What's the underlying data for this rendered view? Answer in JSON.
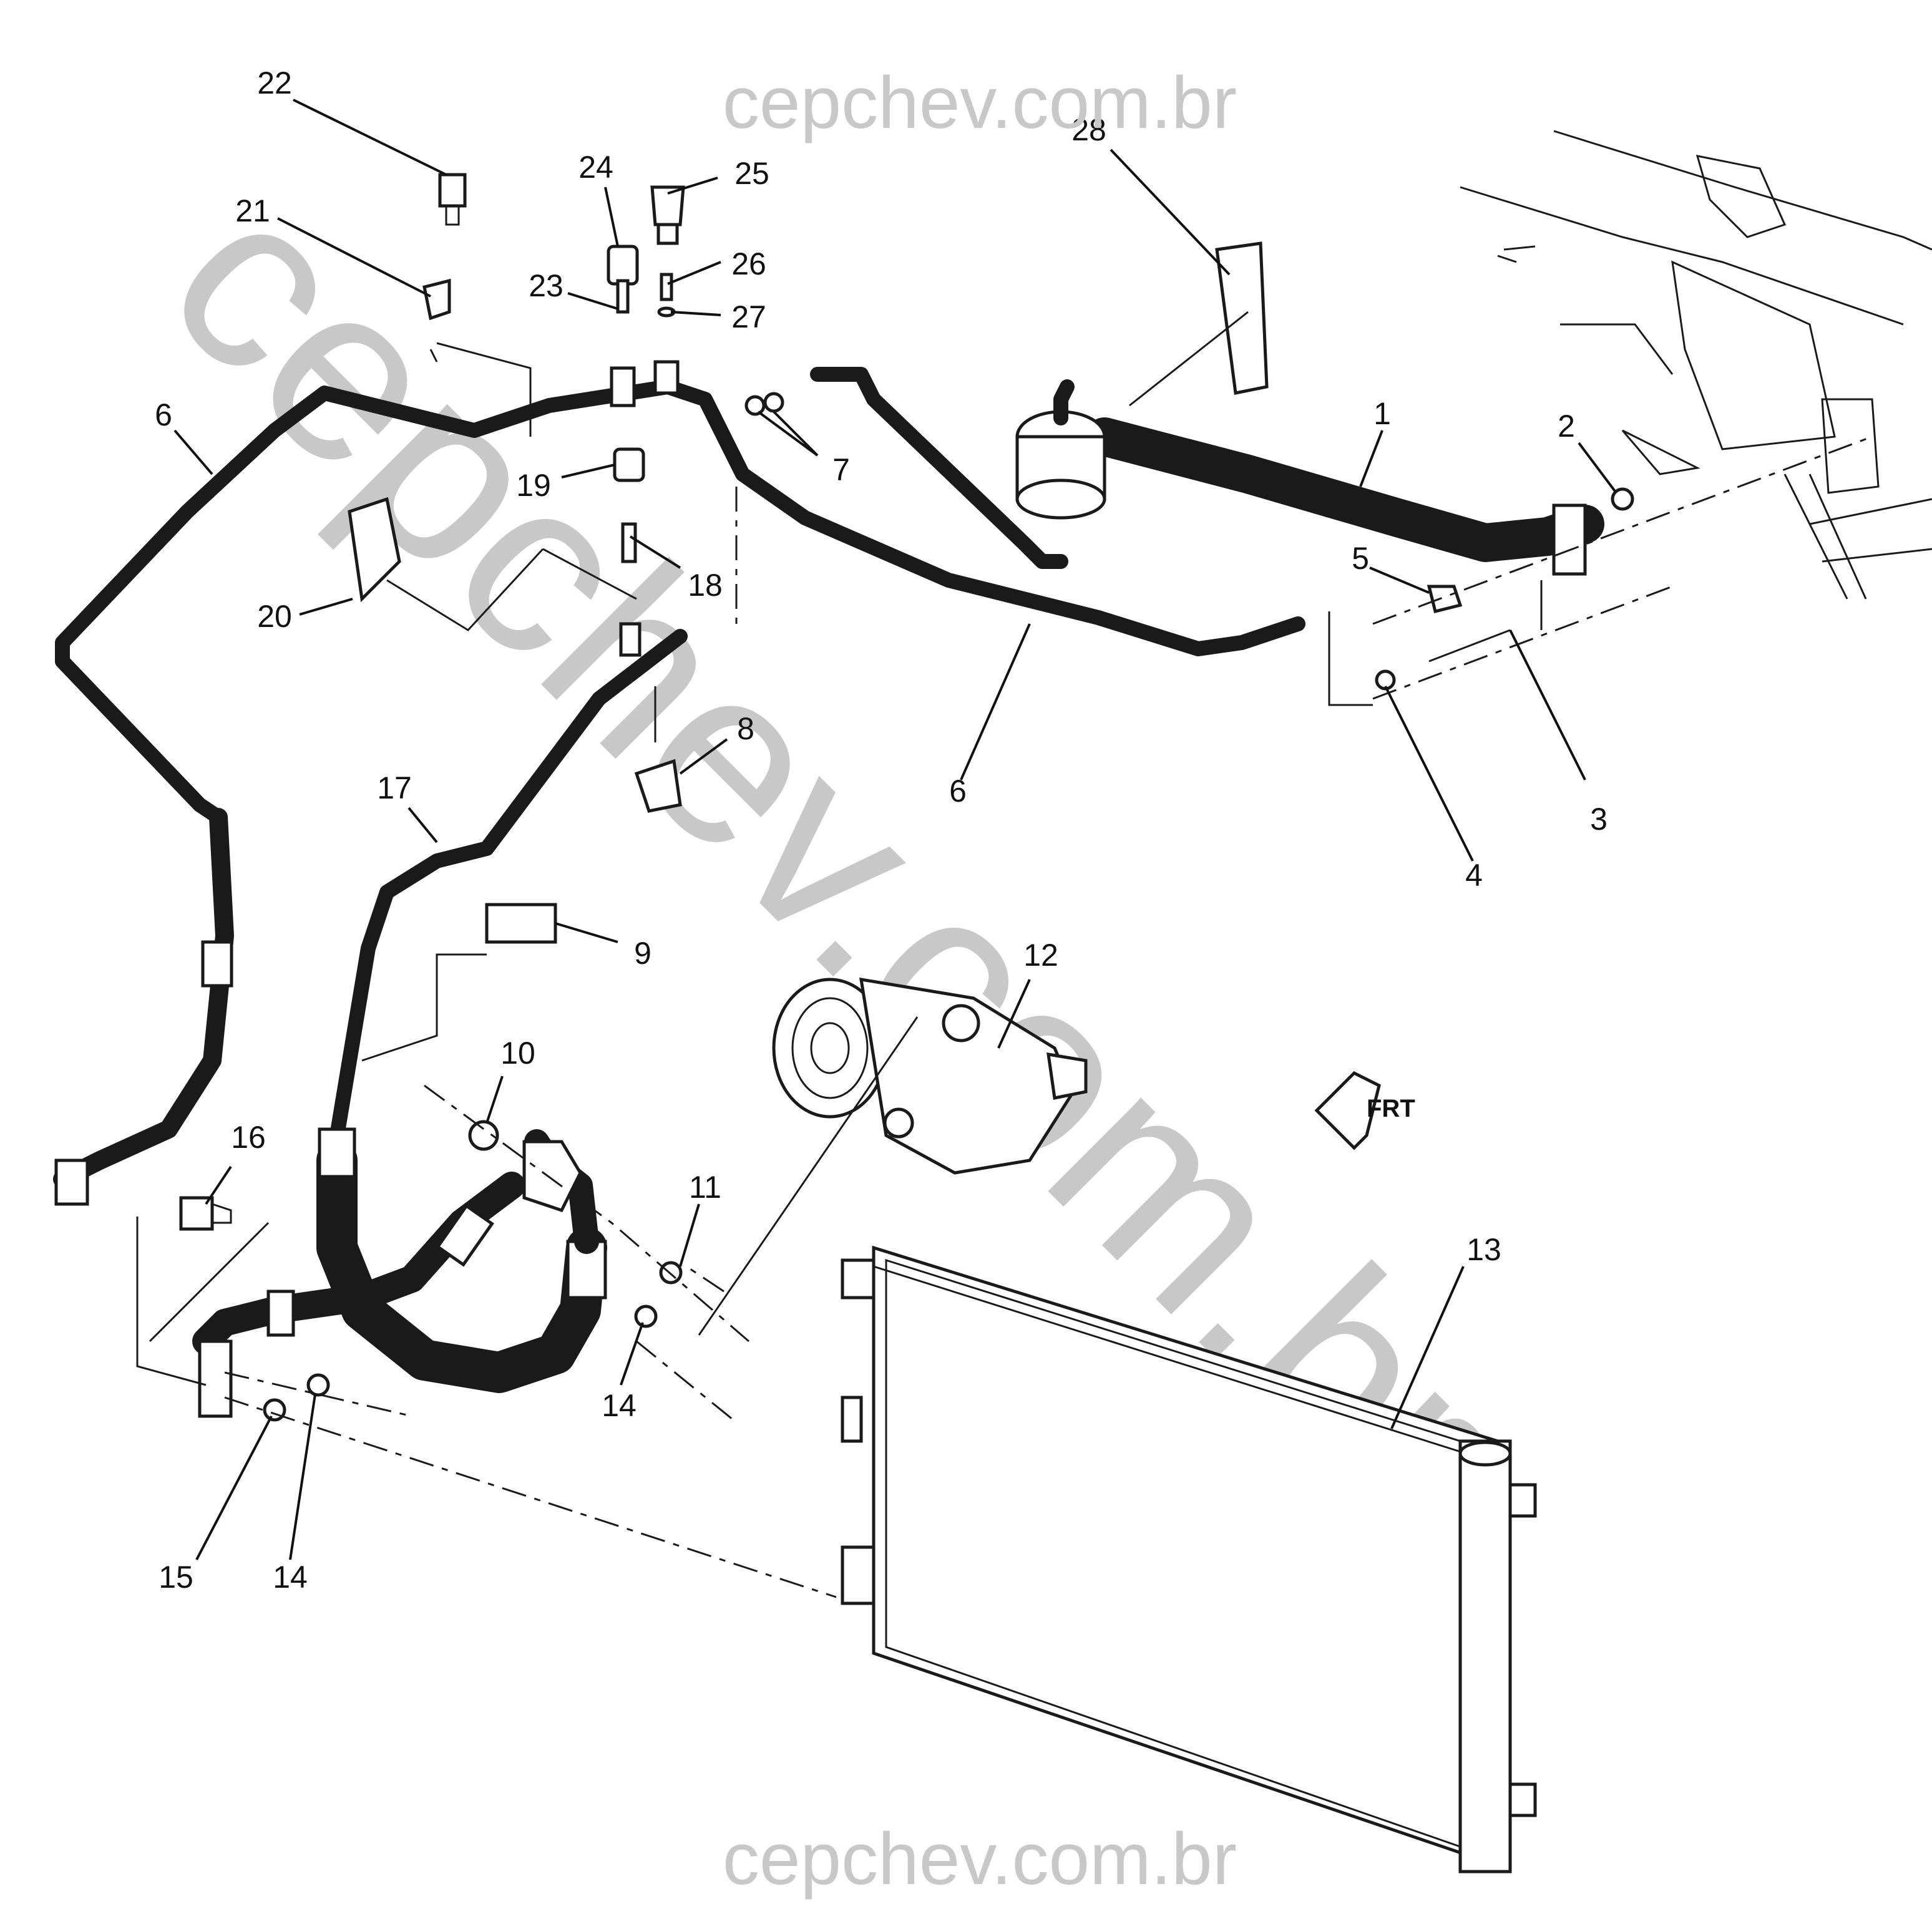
{
  "watermarks": {
    "top": "cepchev.com.br",
    "bottom": "cepchev.com.br",
    "diagonal": "cepchev.com.br"
  },
  "direction_indicator": "FRT",
  "callouts": [
    "1",
    "2",
    "3",
    "4",
    "5",
    "6",
    "6",
    "7",
    "8",
    "9",
    "10",
    "11",
    "12",
    "13",
    "14",
    "14",
    "15",
    "16",
    "17",
    "18",
    "19",
    "20",
    "21",
    "22",
    "23",
    "24",
    "25",
    "26",
    "27",
    "28"
  ]
}
